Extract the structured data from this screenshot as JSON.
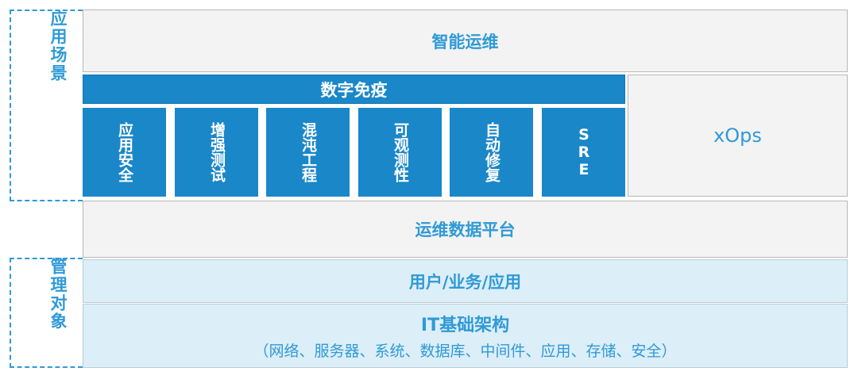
{
  "sides": {
    "scenarios": "应用场景",
    "managed": "管理对象"
  },
  "layers": {
    "aiops": "智能运维",
    "digital_immunity": "数字免疫",
    "xops": "xOps",
    "data_platform": "运维数据平台",
    "user_business": "用户/业务/应用",
    "it_infra_title": "IT基础架构",
    "it_infra_sub": "（网络、服务器、系统、数据库、中间件、应用、存储、安全）"
  },
  "columns": [
    {
      "label": "应用安全"
    },
    {
      "label": "增强测试"
    },
    {
      "label": "混沌工程"
    },
    {
      "label": "可观测性"
    },
    {
      "label": "自动修复"
    },
    {
      "label": "SRE"
    }
  ],
  "colors": {
    "accent": "#2f9ad6",
    "dark_blue": "#1a87c9",
    "grey_bg": "#f3f3f3",
    "light_blue_bg": "#dceef8"
  }
}
